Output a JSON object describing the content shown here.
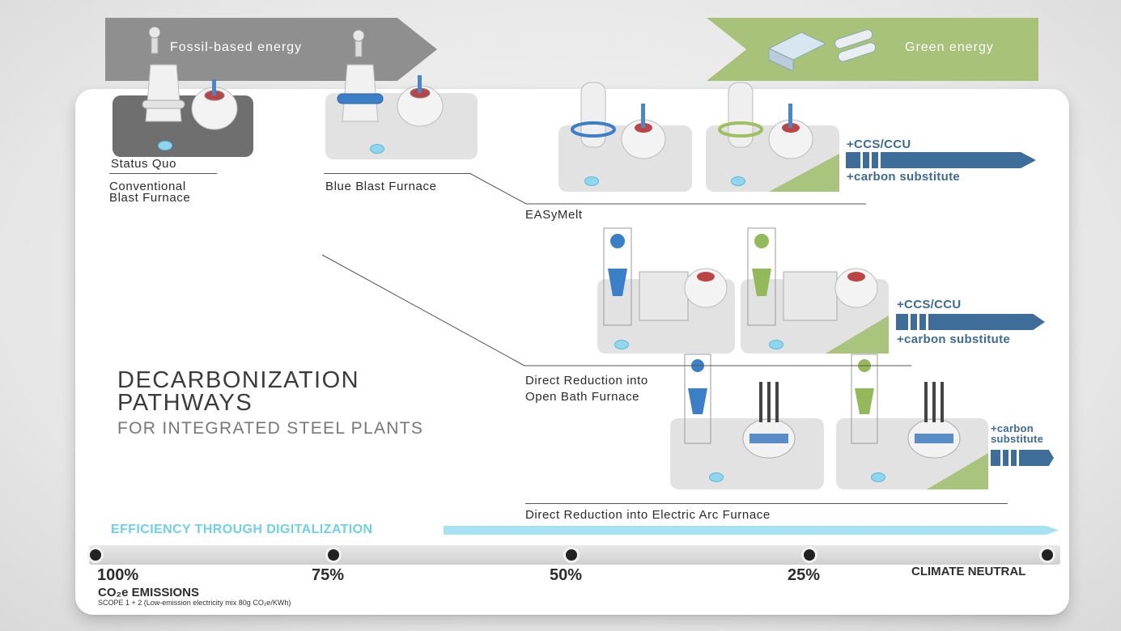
{
  "banners": {
    "fossil": "Fossil-based energy",
    "green": "Green energy"
  },
  "captions": {
    "status_quo": "Status Quo",
    "conventional_bf": "Conventional\nBlast Furnace",
    "blue_bf": "Blue Blast Furnace",
    "easymelt": "EASyMelt",
    "dr_obf": "Direct Reduction into\nOpen Bath Furnace",
    "dr_eaf": "Direct Reduction into Electric Arc Furnace"
  },
  "options": {
    "ccs": "+CCS/CCU",
    "carbon_sub": "+carbon substitute",
    "carbon_sub_stacked_1": "+carbon",
    "carbon_sub_stacked_2": "substitute"
  },
  "title": {
    "line1": "DECARBONIZATION",
    "line2": "PATHWAYS",
    "subtitle": "FOR INTEGRATED STEEL PLANTS"
  },
  "efficiency": "EFFICIENCY THROUGH DIGITALIZATION",
  "scale": {
    "p100": "100%",
    "p75": "75%",
    "p50": "50%",
    "p25": "25%",
    "neutral": "CLIMATE NEUTRAL",
    "emissions": "CO₂e EMISSIONS",
    "scope": "SCOPE 1 + 2 (Low-emission electricity mix 80g CO₂e/KWh)"
  },
  "colors": {
    "fossil": "#8f8f8f",
    "green": "#a8c27a",
    "blue_accent": "#3f6d9a",
    "efficiency": "#6ed0ea"
  }
}
